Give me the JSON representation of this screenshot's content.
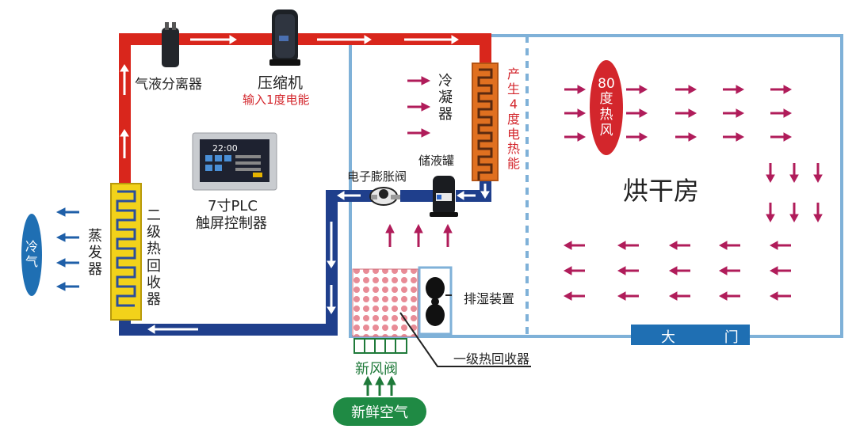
{
  "components": {
    "gas_liquid_separator": "气液分离器",
    "compressor": "压缩机",
    "compressor_input": "输入1度电能",
    "condenser": "冷凝器",
    "condenser_output": "产生4度电热能",
    "liquid_receiver": "储液罐",
    "expansion_valve": "电子膨胀阀",
    "plc": "7寸PLC",
    "plc_sub": "触屏控制器",
    "evaporator": "蒸发器",
    "secondary_recovery": "二级热回收器",
    "primary_recovery": "一级热回收器",
    "dehumidifier": "排湿装置",
    "fresh_air_valve": "新风阀",
    "fresh_air": "新鲜空气",
    "cold_air": "冷气",
    "hot_air": "80度热风",
    "drying_room": "烘干房",
    "gate": "大 门"
  },
  "plc_screen": {
    "time": "22:00"
  },
  "colors": {
    "hot_pipe": "#d9261c",
    "cold_pipe": "#1f3f8c",
    "room_border": "#7fb1d8",
    "arrow": "#b01c5a",
    "cold_arrow": "#1f5fa8",
    "evaporator": "#f2d21a",
    "condenser": "#e07020",
    "ellipse_cold": "#1f6fb3",
    "ellipse_hot": "#d3262c",
    "fresh_air": "#1f8a44",
    "gate": "#1f6fb3"
  }
}
